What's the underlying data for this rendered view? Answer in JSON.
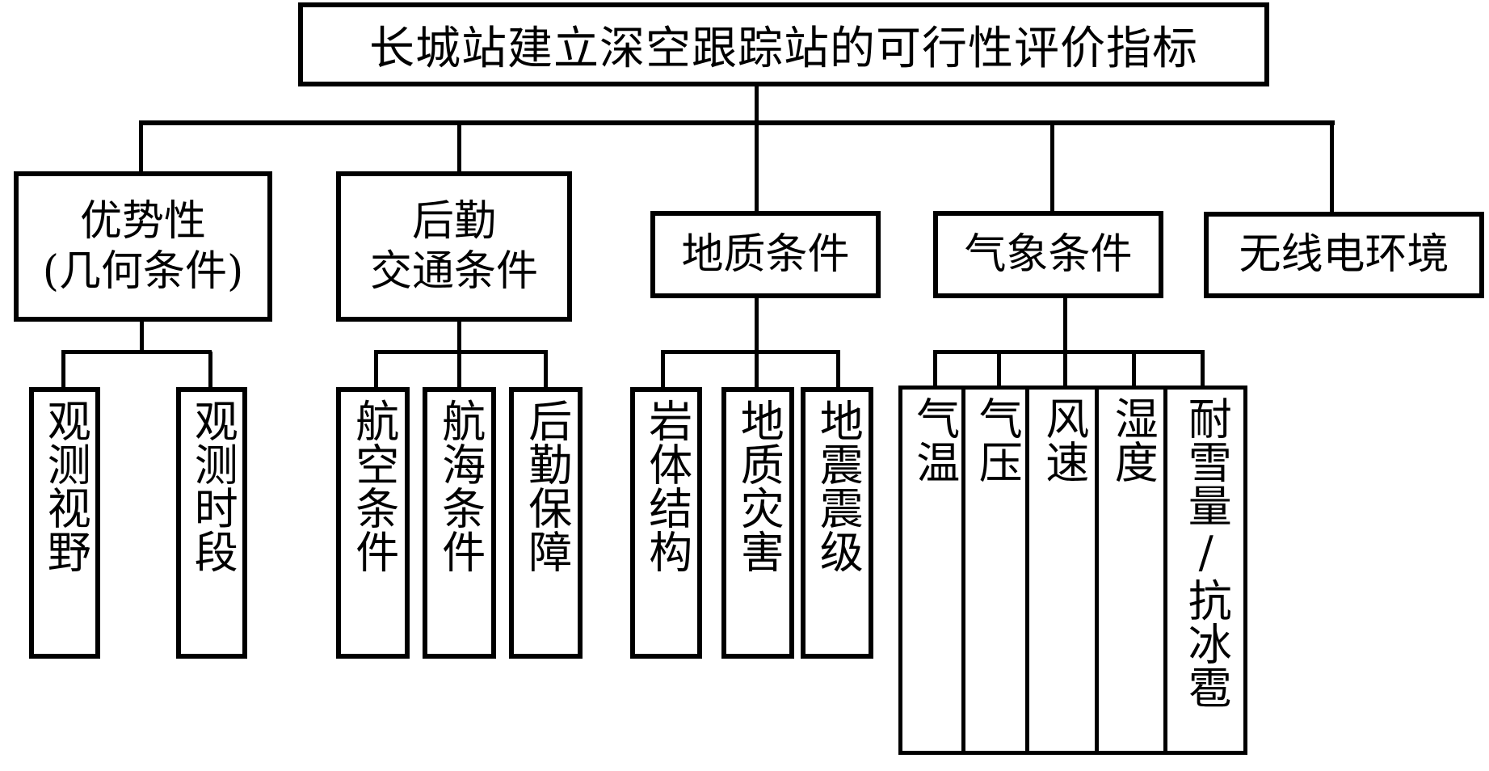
{
  "title": "长城站建立深空跟踪站的可行性评价指标",
  "categories": [
    {
      "id": "advantage",
      "label_lines": [
        "优势性",
        "(几何条件)"
      ],
      "children": [
        "观测视野",
        "观测时段"
      ]
    },
    {
      "id": "logistics",
      "label_lines": [
        "后勤",
        "交通条件"
      ],
      "children": [
        "航空条件",
        "航海条件",
        "后勤保障"
      ]
    },
    {
      "id": "geology",
      "label_lines": [
        "地质条件"
      ],
      "children": [
        "岩体结构",
        "地质灾害",
        "地震震级"
      ]
    },
    {
      "id": "climate",
      "label_lines": [
        "气象条件"
      ],
      "children": [
        "气温",
        "气压",
        "风速",
        "湿度",
        "耐雪量/抗冰雹"
      ]
    },
    {
      "id": "radio",
      "label_lines": [
        "无线电环境"
      ],
      "children": []
    }
  ],
  "colors": {
    "line": "#000000",
    "background": "#ffffff"
  }
}
